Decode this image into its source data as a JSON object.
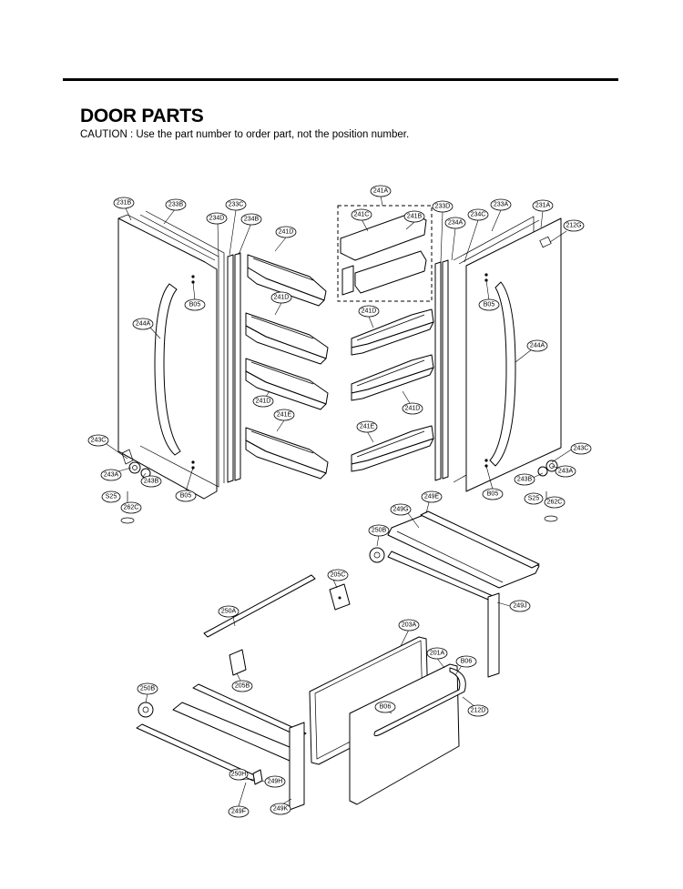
{
  "header": {
    "title": "DOOR PARTS",
    "caution": "CAUTION : Use the part number to order part, not the position number."
  },
  "diagram": {
    "labels": {
      "c231B": "231B",
      "c233B": "233B",
      "c233C": "233C",
      "c234D": "234D",
      "c234B": "234B",
      "c241D_1": "241D",
      "c241A": "241A",
      "c241C": "241C",
      "c241B": "241B",
      "c233D": "233D",
      "c234A": "234A",
      "c234C": "234C",
      "c233A": "233A",
      "c231A": "231A",
      "c212G": "212G",
      "c241D_2": "241D",
      "c241D_3": "241D",
      "c241D_4": "241D",
      "c241D_5": "241D",
      "c241E_1": "241E",
      "c241E_2": "241E",
      "cB05_1": "B05",
      "cB05_2": "B05",
      "cB05_3": "B05",
      "cB05_4": "B05",
      "c244A_1": "244A",
      "c244A_2": "244A",
      "c243C_1": "243C",
      "c243A_1": "243A",
      "c243B_1": "243B",
      "cS25_1": "S25",
      "c262C_1": "262C",
      "c243C_2": "243C",
      "c243A_2": "243A",
      "c243B_2": "243B",
      "cS25_2": "S25",
      "c262C_2": "262C",
      "c249E": "249E",
      "c249G": "249G",
      "c250B_1": "250B",
      "c249J": "249J",
      "c205C": "205C",
      "c250A": "250A",
      "c203A": "203A",
      "c201A": "201A",
      "cB06_1": "B06",
      "c205B": "205B",
      "cB06_2": "B06",
      "c212D": "212D",
      "c250B_2": "250B",
      "c250H": "250H",
      "c249H": "249H",
      "c249K": "249K",
      "c249F": "249F"
    }
  }
}
